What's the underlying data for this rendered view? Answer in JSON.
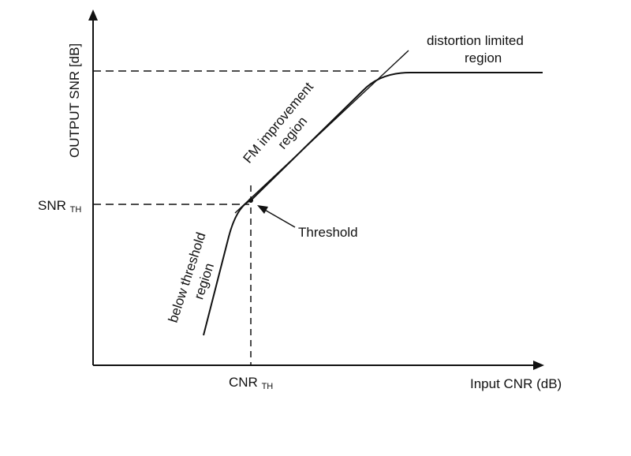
{
  "axes": {
    "y_label": "OUTPUT SNR [dB]",
    "x_label": "Input CNR (dB)"
  },
  "markers": {
    "snr_main": "SNR",
    "snr_sub": "TH",
    "cnr_main": "CNR",
    "cnr_sub": "TH"
  },
  "regions": {
    "distortion_line1": "distortion limited",
    "distortion_line2": "region",
    "fm_line1": "FM improvement",
    "fm_line2": "region",
    "below_line1": "below threshold",
    "below_line2": "region"
  },
  "annotations": {
    "threshold": "Threshold"
  },
  "colors": {
    "ink": "#111111",
    "background": "#ffffff"
  }
}
